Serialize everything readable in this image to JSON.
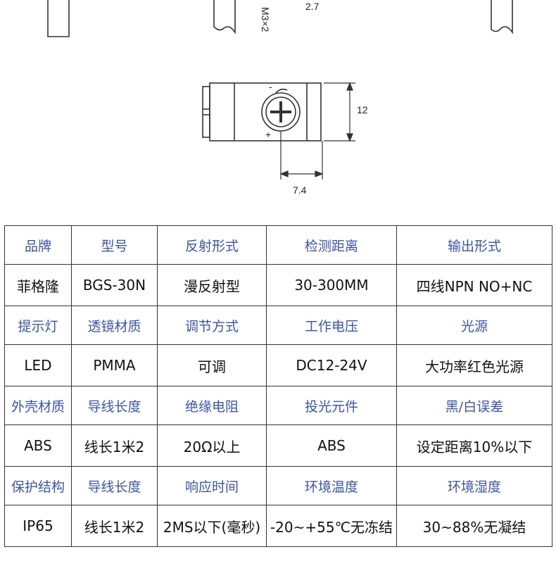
{
  "drawing": {
    "top_labels": [
      "M3×2",
      "2.7"
    ],
    "height_dim": "12",
    "width_dim": "7.4",
    "mark_minus": "-",
    "mark_plus": "+"
  },
  "table": {
    "rows": [
      {
        "kind": "head",
        "cells": [
          "品牌",
          "型号",
          "反射形式",
          "检测距离",
          "输出形式"
        ]
      },
      {
        "kind": "val",
        "cells": [
          "菲格隆",
          "BGS-30N",
          "漫反射型",
          "30-300MM",
          "四线NPN NO+NC"
        ]
      },
      {
        "kind": "head",
        "cells": [
          "提示灯",
          "透镜材质",
          "调节方式",
          "工作电压",
          "光源"
        ]
      },
      {
        "kind": "val",
        "cells": [
          "LED",
          "PMMA",
          "可调",
          "DC12-24V",
          "大功率红色光源"
        ]
      },
      {
        "kind": "head",
        "cells": [
          "外壳材质",
          "导线长度",
          "绝缘电阻",
          "投光元件",
          "黑/白误差"
        ]
      },
      {
        "kind": "val",
        "cells": [
          "ABS",
          "线长1米2",
          "20Ω以上",
          "ABS",
          "设定距离10%以下"
        ]
      },
      {
        "kind": "head",
        "cells": [
          "保护结构",
          "导线长度",
          "响应时间",
          "环境温度",
          "环境湿度"
        ]
      },
      {
        "kind": "val",
        "cells": [
          "IP65",
          "线长1米2",
          "2MS以下(毫秒)",
          "-20~+55℃无冻结",
          "30~88%无凝结"
        ]
      }
    ]
  }
}
